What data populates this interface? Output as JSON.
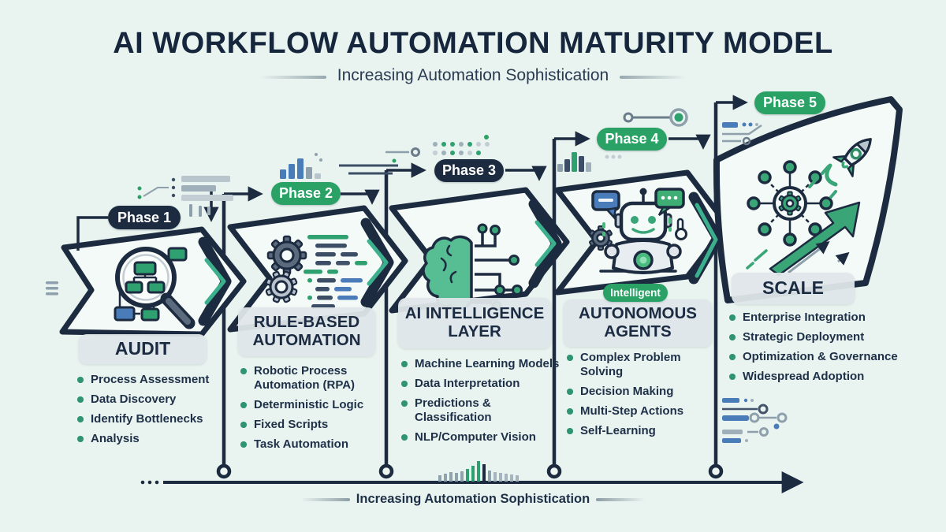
{
  "header": {
    "title": "AI WORKFLOW AUTOMATION MATURITY MODEL",
    "subtitle": "Increasing Automation Sophistication"
  },
  "phases": [
    {
      "badge": "Phase 1",
      "badge_style": "dark",
      "name": "AUDIT",
      "icon": "magnifier-flowchart-icon",
      "items": [
        "Process Assessment",
        "Data Discovery",
        "Identify Bottlenecks",
        "Analysis"
      ]
    },
    {
      "badge": "Phase 2",
      "badge_style": "green",
      "name": "RULE-BASED AUTOMATION",
      "icon": "gears-code-icon",
      "items": [
        "Robotic Process Automation (RPA)",
        "Deterministic Logic",
        "Fixed Scripts",
        "Task Automation"
      ]
    },
    {
      "badge": "Phase 3",
      "badge_style": "dark",
      "name": "AI INTELLIGENCE LAYER",
      "icon": "brain-circuit-icon",
      "items": [
        "Machine Learning Models",
        "Data Interpretation",
        "Predictions & Classification",
        "NLP/Computer Vision"
      ]
    },
    {
      "badge": "Phase 4",
      "badge_style": "green",
      "name": "AUTONOMOUS AGENTS",
      "tag": "Intelligent",
      "icon": "robot-agent-icon",
      "items": [
        "Complex Problem Solving",
        "Decision Making",
        "Multi-Step Actions",
        "Self-Learning"
      ]
    },
    {
      "badge": "Phase 5",
      "badge_style": "green",
      "name": "SCALE",
      "icon": "network-rocket-growth-icon",
      "items": [
        "Enterprise Integration",
        "Strategic Deployment",
        "Optimization & Governance",
        "Widespread Adoption"
      ]
    }
  ],
  "axis": {
    "label": "Increasing Automation Sophistication"
  },
  "colors": {
    "background": "#e9f3ef",
    "navy": "#1c2b40",
    "green": "#2aa266",
    "teal": "#3cb08d",
    "label_bg": "#dfe6e9",
    "blue": "#4a7cba",
    "gray": "#8fa0ad",
    "bullet": "#2e9472"
  }
}
